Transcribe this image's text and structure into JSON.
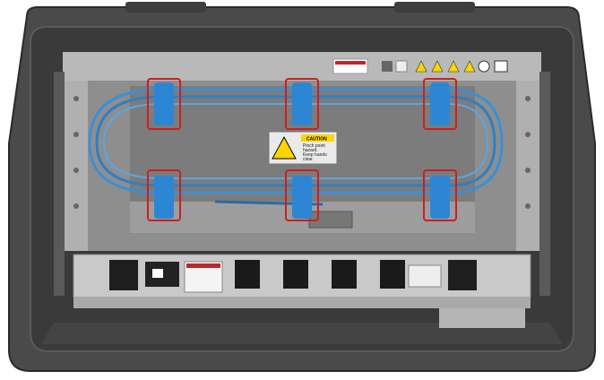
{
  "caution_label": {
    "title": "CAUTION",
    "line1": "Pinch point",
    "line2": "hazard.",
    "line3": "Keep hands",
    "line4": "clear."
  },
  "colors": {
    "case": "#4a4a4a",
    "case_inner": "#3a3a3a",
    "rack": "#9a9a9a",
    "cable": "#3b8fd6",
    "callout": "#cc1f1f"
  },
  "callouts": [
    "strap-top-left",
    "strap-top-center",
    "strap-top-right",
    "strap-bottom-left",
    "strap-bottom-center",
    "strap-bottom-right"
  ]
}
